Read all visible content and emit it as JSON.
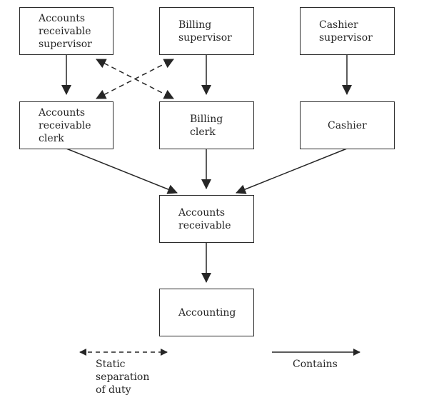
{
  "diagram": {
    "nodes": {
      "ar_supervisor": {
        "label": "Accounts\nreceivable\nsupervisor"
      },
      "billing_supervisor": {
        "label": "Billing\nsupervisor"
      },
      "cashier_supervisor": {
        "label": "Cashier\nsupervisor"
      },
      "ar_clerk": {
        "label": "Accounts\nreceivable\nclerk"
      },
      "billing_clerk": {
        "label": "Billing\nclerk"
      },
      "cashier": {
        "label": "Cashier"
      },
      "accounts_receivable": {
        "label": "Accounts\nreceivable"
      },
      "accounting": {
        "label": "Accounting"
      }
    },
    "edges": [
      {
        "from": "ar_supervisor",
        "to": "ar_clerk",
        "type": "contains"
      },
      {
        "from": "billing_supervisor",
        "to": "billing_clerk",
        "type": "contains"
      },
      {
        "from": "cashier_supervisor",
        "to": "cashier",
        "type": "contains"
      },
      {
        "from": "ar_clerk",
        "to": "accounts_receivable",
        "type": "contains"
      },
      {
        "from": "billing_clerk",
        "to": "accounts_receivable",
        "type": "contains"
      },
      {
        "from": "cashier",
        "to": "accounts_receivable",
        "type": "contains"
      },
      {
        "from": "accounts_receivable",
        "to": "accounting",
        "type": "contains"
      },
      {
        "from": "ar_supervisor",
        "to": "billing_clerk",
        "type": "static-separation-of-duty"
      },
      {
        "from": "ar_clerk",
        "to": "billing_supervisor",
        "type": "static-separation-of-duty"
      }
    ],
    "legend": {
      "ssd_label": "Static\nseparation\nof duty",
      "contains_label": "Contains"
    }
  }
}
